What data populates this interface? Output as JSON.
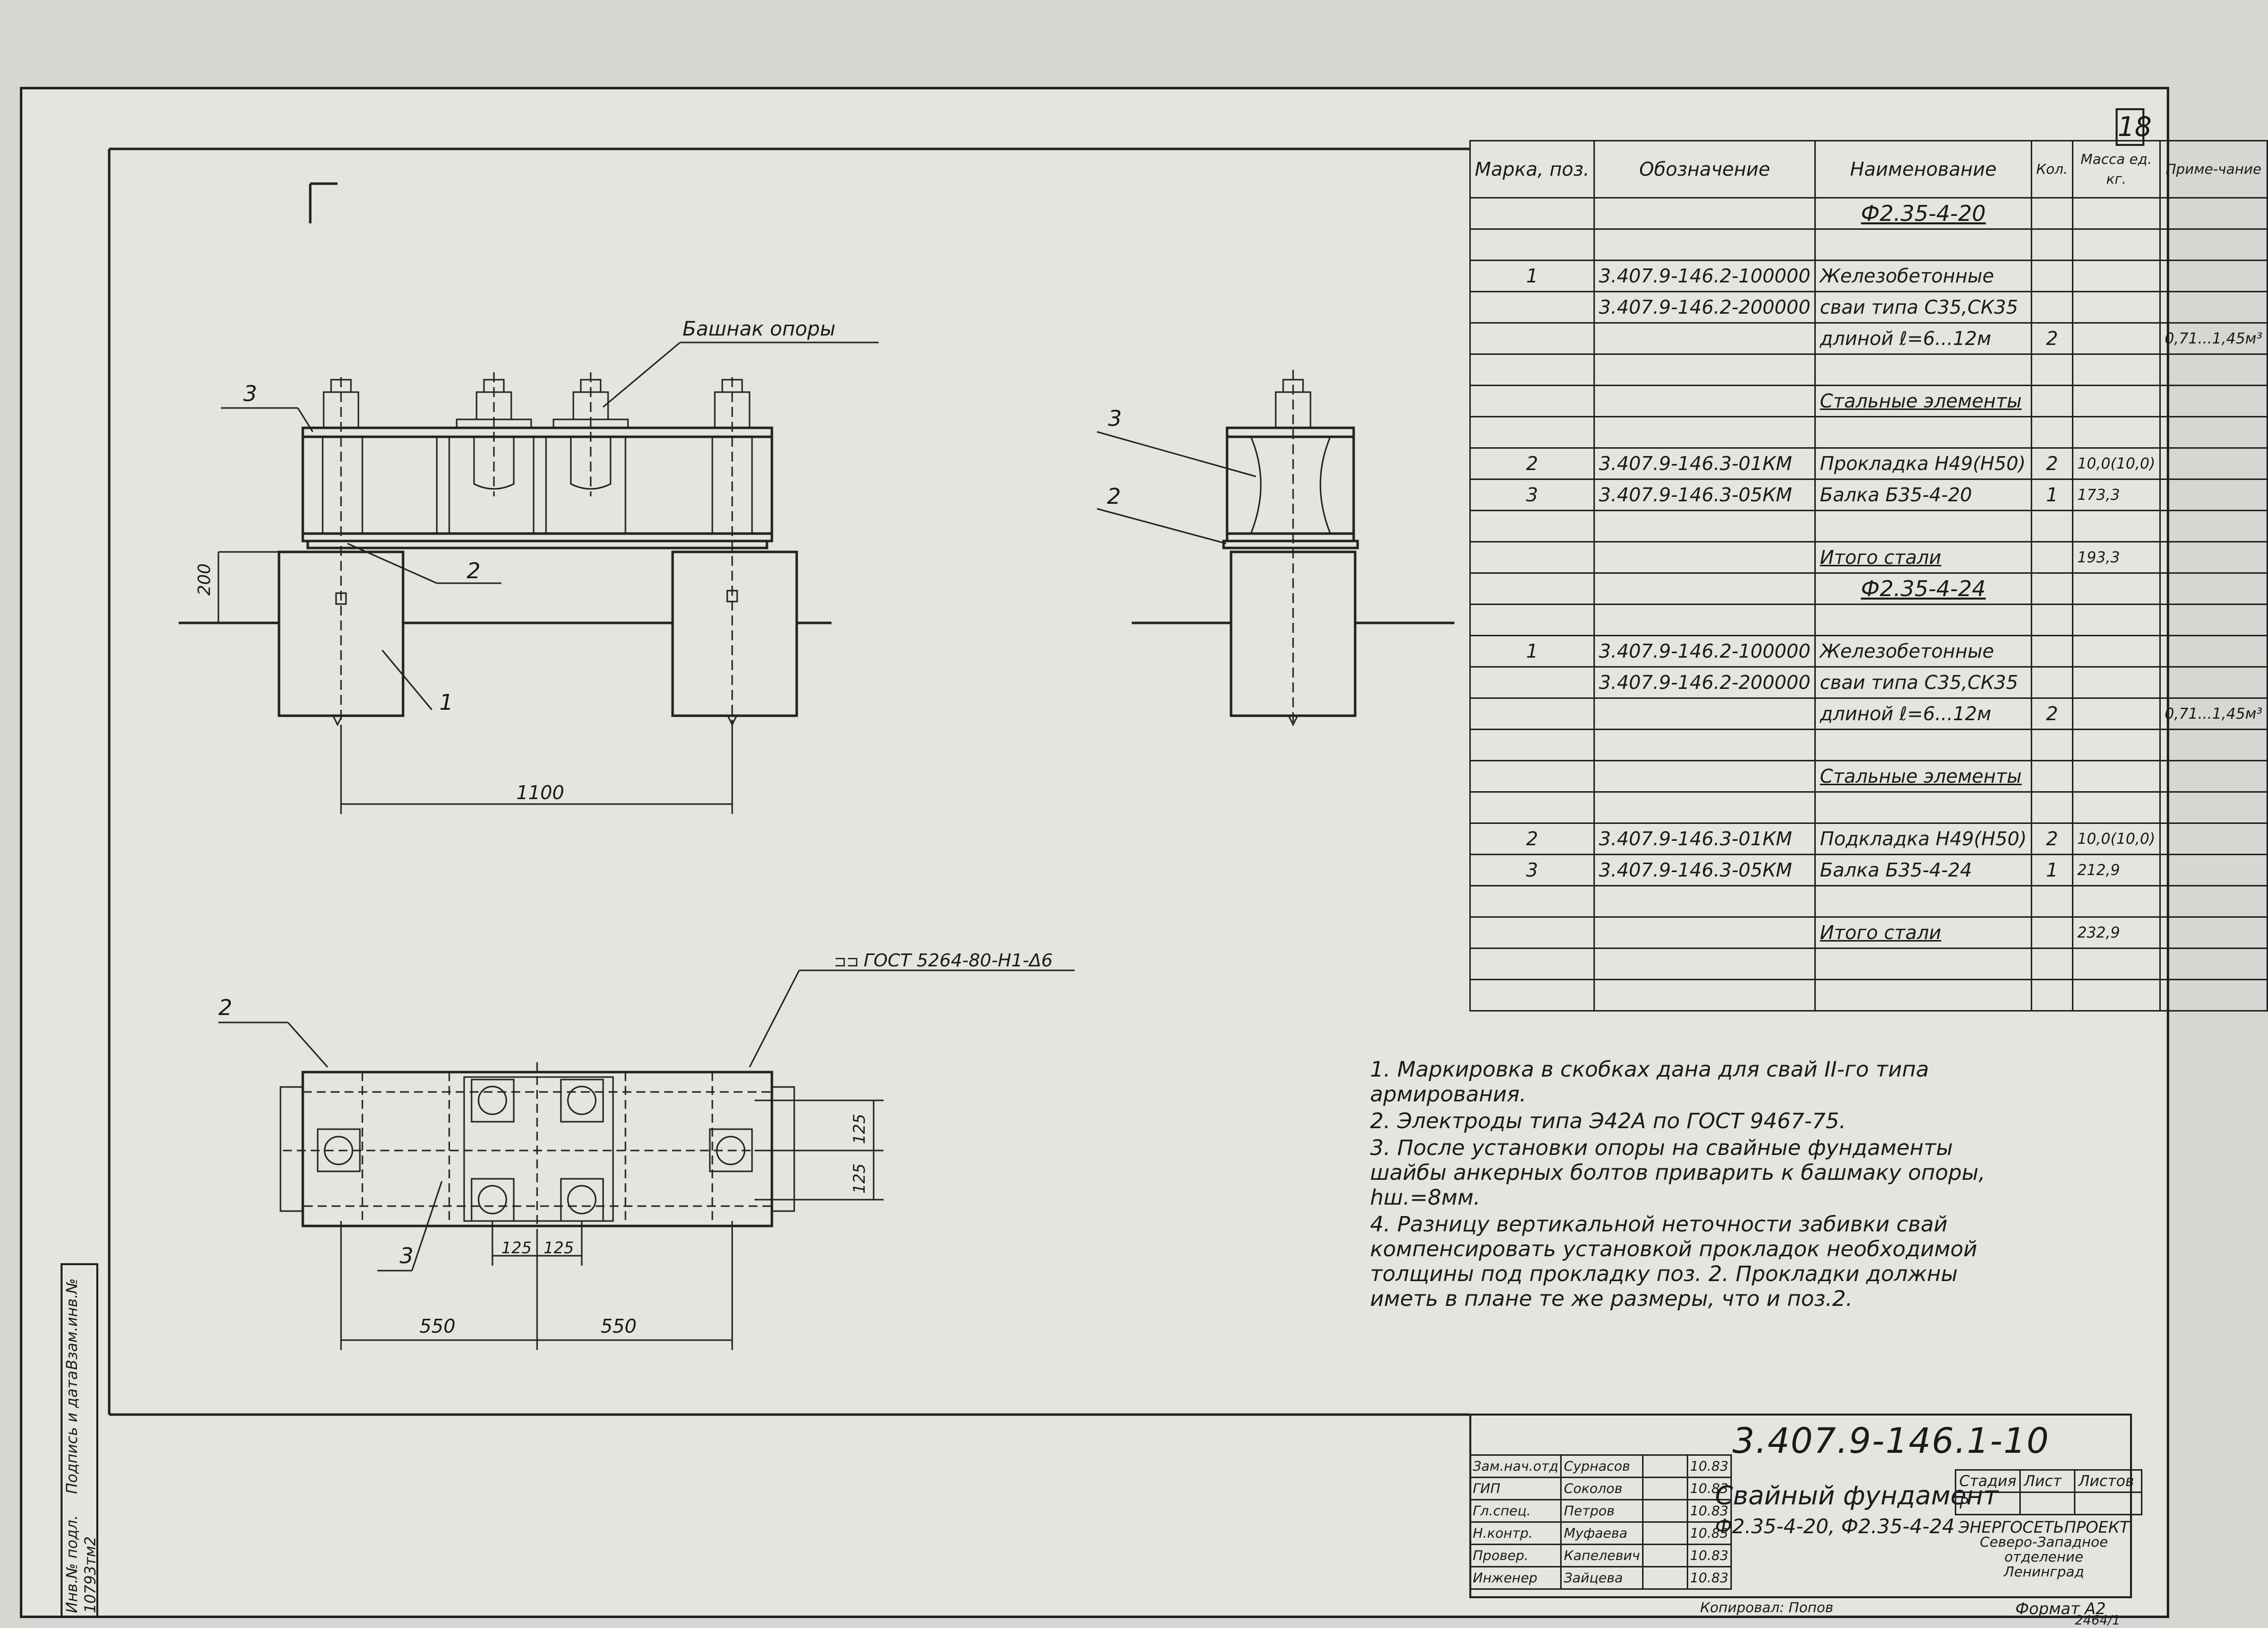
{
  "sheet": {
    "page_number": "18",
    "frame_color": "#222222"
  },
  "drawing_labels": {
    "front": {
      "callout_shoe": "Башнак опоры",
      "pos3": "3",
      "pos2": "2",
      "pos1": "1",
      "dim_200": "200",
      "dim_1100": "1100"
    },
    "side": {
      "pos3": "3",
      "pos2": "2"
    },
    "plan": {
      "pos2": "2",
      "pos3": "3",
      "weld": "ГОСТ 5264-80-Н1-Δ6",
      "dim_125_v1": "125",
      "dim_125_v2": "125",
      "dim_125_h1": "125",
      "dim_125_h2": "125",
      "dim_550_l": "550",
      "dim_550_r": "550"
    }
  },
  "spec_table": {
    "headers": {
      "mark": "Марка, поз.",
      "designation": "Обозначение",
      "name": "Наименование",
      "qty": "Кол.",
      "mass": "Масса ед. кг.",
      "note": "Приме-чание"
    },
    "rows": [
      {
        "mark": "",
        "designation": "",
        "name": "Ф2.35-4-20",
        "qty": "",
        "mass": "",
        "note": "",
        "kind": "title"
      },
      {
        "mark": "",
        "designation": "",
        "name": "",
        "qty": "",
        "mass": "",
        "note": ""
      },
      {
        "mark": "1",
        "designation": "3.407.9-146.2-100000",
        "name": "Железобетонные",
        "qty": "",
        "mass": "",
        "note": ""
      },
      {
        "mark": "",
        "designation": "3.407.9-146.2-200000",
        "name": "сваи типа С35,СК35",
        "qty": "",
        "mass": "",
        "note": ""
      },
      {
        "mark": "",
        "designation": "",
        "name": "длиной ℓ=6...12м",
        "qty": "2",
        "mass": "",
        "note": "0,71...1,45м³"
      },
      {
        "mark": "",
        "designation": "",
        "name": "",
        "qty": "",
        "mass": "",
        "note": ""
      },
      {
        "mark": "",
        "designation": "",
        "name": "Стальные элементы",
        "qty": "",
        "mass": "",
        "note": "",
        "kind": "under"
      },
      {
        "mark": "",
        "designation": "",
        "name": "",
        "qty": "",
        "mass": "",
        "note": ""
      },
      {
        "mark": "2",
        "designation": "3.407.9-146.3-01КМ",
        "name": "Прокладка Н49(Н50)",
        "qty": "2",
        "mass": "10,0(10,0)",
        "note": ""
      },
      {
        "mark": "3",
        "designation": "3.407.9-146.3-05КМ",
        "name": "Балка Б35-4-20",
        "qty": "1",
        "mass": "173,3",
        "note": ""
      },
      {
        "mark": "",
        "designation": "",
        "name": "",
        "qty": "",
        "mass": "",
        "note": ""
      },
      {
        "mark": "",
        "designation": "",
        "name": "Итого стали",
        "qty": "",
        "mass": "193,3",
        "note": "",
        "kind": "under"
      },
      {
        "mark": "",
        "designation": "",
        "name": "Ф2.35-4-24",
        "qty": "",
        "mass": "",
        "note": "",
        "kind": "title"
      },
      {
        "mark": "",
        "designation": "",
        "name": "",
        "qty": "",
        "mass": "",
        "note": ""
      },
      {
        "mark": "1",
        "designation": "3.407.9-146.2-100000",
        "name": "Железобетонные",
        "qty": "",
        "mass": "",
        "note": ""
      },
      {
        "mark": "",
        "designation": "3.407.9-146.2-200000",
        "name": "сваи типа С35,СК35",
        "qty": "",
        "mass": "",
        "note": ""
      },
      {
        "mark": "",
        "designation": "",
        "name": "длиной ℓ=6...12м",
        "qty": "2",
        "mass": "",
        "note": "0,71...1,45м³"
      },
      {
        "mark": "",
        "designation": "",
        "name": "",
        "qty": "",
        "mass": "",
        "note": ""
      },
      {
        "mark": "",
        "designation": "",
        "name": "Стальные элементы",
        "qty": "",
        "mass": "",
        "note": "",
        "kind": "under"
      },
      {
        "mark": "",
        "designation": "",
        "name": "",
        "qty": "",
        "mass": "",
        "note": ""
      },
      {
        "mark": "2",
        "designation": "3.407.9-146.3-01КМ",
        "name": "Подкладка Н49(Н50)",
        "qty": "2",
        "mass": "10,0(10,0)",
        "note": ""
      },
      {
        "mark": "3",
        "designation": "3.407.9-146.3-05КМ",
        "name": "Балка Б35-4-24",
        "qty": "1",
        "mass": "212,9",
        "note": ""
      },
      {
        "mark": "",
        "designation": "",
        "name": "",
        "qty": "",
        "mass": "",
        "note": ""
      },
      {
        "mark": "",
        "designation": "",
        "name": "Итого стали",
        "qty": "",
        "mass": "232,9",
        "note": "",
        "kind": "under"
      },
      {
        "mark": "",
        "designation": "",
        "name": "",
        "qty": "",
        "mass": "",
        "note": ""
      },
      {
        "mark": "",
        "designation": "",
        "name": "",
        "qty": "",
        "mass": "",
        "note": ""
      }
    ]
  },
  "notes": [
    "1. Маркировка в скобках дана для свай II-го типа армирования.",
    "2. Электроды типа Э42А по ГОСТ 9467-75.",
    "3. После установки опоры на свайные фундаменты шайбы анкерных болтов приварить к башмаку опоры, hш.=8мм.",
    "4. Разницу вертикальной неточности забивки свай компенсировать установкой прокладок необходимой толщины под прокладку поз. 2. Прокладки должны иметь в плане те же размеры, что и поз.2."
  ],
  "stamp": {
    "code": "3.407.9-146.1-10",
    "title_line1": "Свайный фундамент",
    "title_line2": "Ф2.35-4-20, Ф2.35-4-24",
    "signatures": [
      {
        "role": "Зам.нач.отд",
        "name": "Сурнасов",
        "date": "10.83"
      },
      {
        "role": "ГИП",
        "name": "Соколов",
        "date": "10.83"
      },
      {
        "role": "Гл.спец.",
        "name": "Петров",
        "date": "10.83"
      },
      {
        "role": "Н.контр.",
        "name": "Муфаева",
        "date": "10.83"
      },
      {
        "role": "Провер.",
        "name": "Капелевич",
        "date": "10.83"
      },
      {
        "role": "Инженер",
        "name": "Зайцева",
        "date": "10.83"
      }
    ],
    "stage_header": "Стадия",
    "sheet_header": "Лист",
    "sheets_header": "Листов",
    "stage_value": "Р",
    "sheet_value": "",
    "sheets_value": "",
    "org_line1": "ЭНЕРГОСЕТЬПРОЕКТ",
    "org_line2": "Северо-Западное отделение",
    "org_line3": "Ленинград",
    "copied": "Копировал: Попов",
    "format": "Формат А2",
    "archive": "2464/1"
  },
  "margin": {
    "inv_no_label": "Инв.№ подл.",
    "sign_date_label": "Подпись и дата",
    "inv_replace_label": "Взам.инв.№",
    "inv_no_value": "10793тм2"
  }
}
